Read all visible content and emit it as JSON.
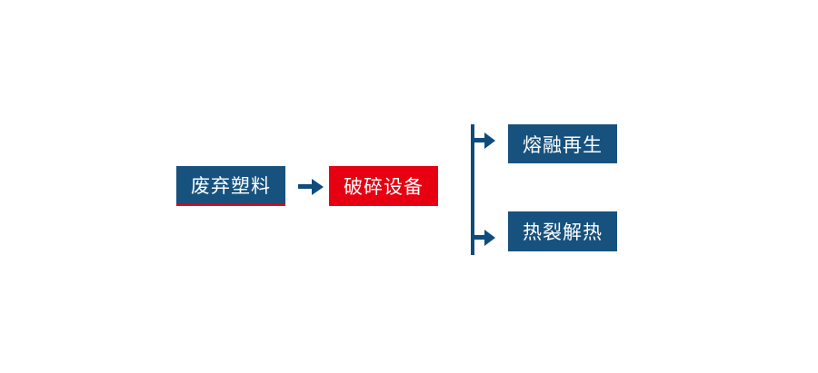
{
  "diagram": {
    "type": "flowchart",
    "background": "#ffffff",
    "colors": {
      "node_blue": "#17527e",
      "node_red": "#e60012",
      "connector_blue": "#0f4c7c",
      "source_underline_red": "#e60012",
      "text": "#ffffff"
    },
    "nodes": {
      "source": {
        "label": "废弃塑料",
        "style": "blue-with-red-underline"
      },
      "process": {
        "label": "破碎设备",
        "style": "red"
      },
      "branch_top": {
        "label": "熔融再生",
        "style": "blue"
      },
      "branch_bottom": {
        "label": "热裂解热",
        "style": "blue"
      }
    },
    "edges": [
      {
        "from": "source",
        "to": "process",
        "type": "arrow-right"
      },
      {
        "from": "process",
        "to": "branch_top",
        "type": "trunk-branch-arrow"
      },
      {
        "from": "process",
        "to": "branch_bottom",
        "type": "trunk-branch-arrow"
      }
    ]
  }
}
